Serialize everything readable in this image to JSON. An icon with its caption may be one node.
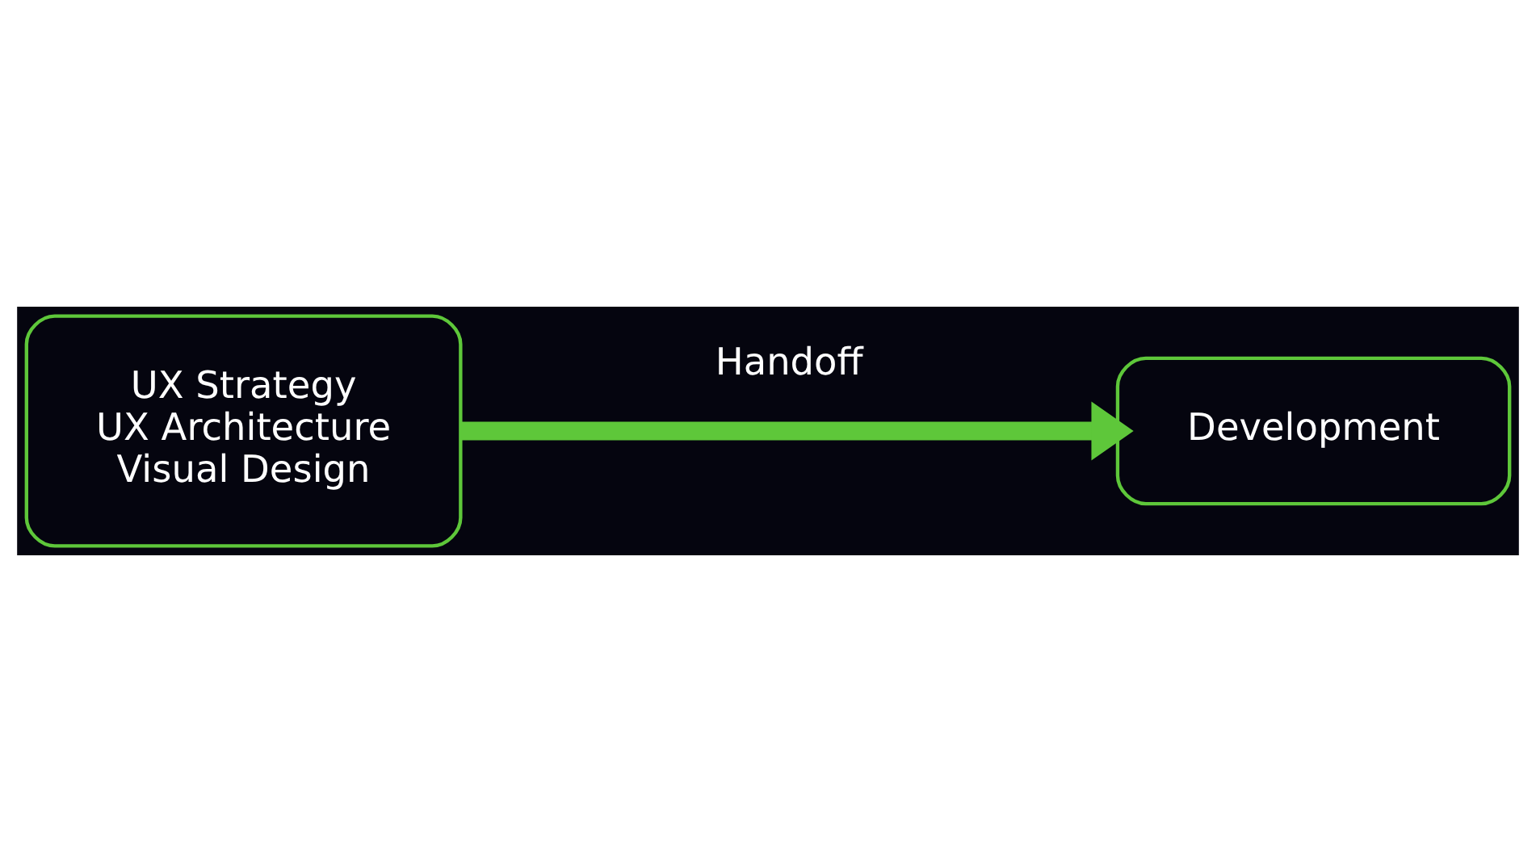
{
  "diagram": {
    "nodes": [
      {
        "text": [
          "UX Strategy",
          "UX Architecture",
          "Visual Design"
        ]
      },
      {
        "text": [
          "Development"
        ]
      }
    ],
    "edges": [
      {
        "from": 0,
        "to": 1,
        "arrow": "to",
        "label": "Handoff"
      }
    ]
  }
}
